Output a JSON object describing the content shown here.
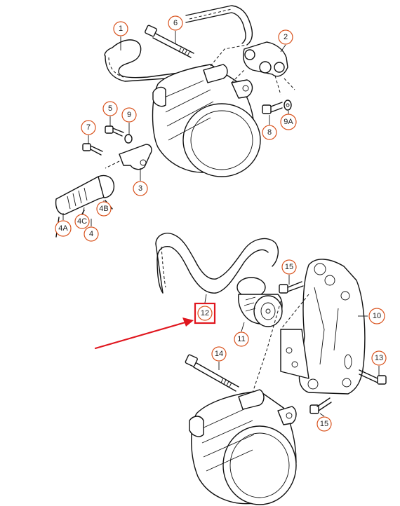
{
  "callouts": {
    "c1": "1",
    "c2": "2",
    "c3": "3",
    "c4": "4",
    "c4A": "4A",
    "c4B": "4B",
    "c4C": "4C",
    "c5": "5",
    "c6": "6",
    "c7": "7",
    "c8": "8",
    "c9": "9",
    "c9A": "9A",
    "c10": "10",
    "c11": "11",
    "c12": "12",
    "c13": "13",
    "c14": "14",
    "c15a": "15",
    "c15b": "15"
  },
  "highlight": {
    "target": "12",
    "color": "#e0161e"
  },
  "colors": {
    "callout_ring": "#d9531e",
    "line": "#111111"
  }
}
